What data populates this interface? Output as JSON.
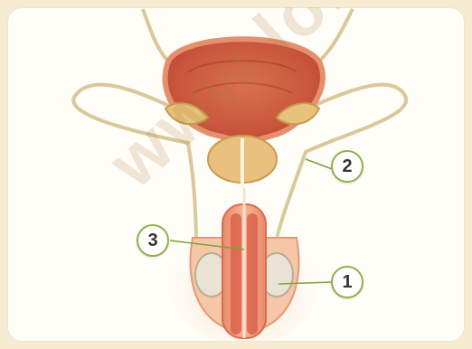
{
  "watermark": "www.loigiaihay.com",
  "labels": [
    "1",
    "2",
    "3"
  ],
  "colors": {
    "frame": "#f6ecd2",
    "panel": "#fffdf7",
    "leader": "#7aa33a",
    "tissue_dark": "#c94f3a",
    "tissue_light": "#f0a78a",
    "skin": "#f6c7a6",
    "duct": "#d9c89a",
    "gland": "#e7c27a"
  }
}
